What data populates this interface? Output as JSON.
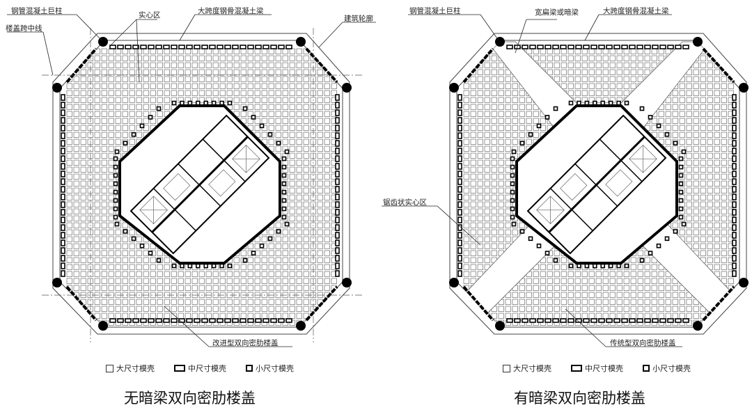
{
  "left_panel": {
    "labels": {
      "column": "钢管混凝土巨柱",
      "solid_zone": "实心区",
      "beam": "大跨度钢骨混凝土梁",
      "outline": "建筑轮廓",
      "span_line": "楼盖跨中线",
      "slab_type": "改进型双向密肋楼盖"
    },
    "caption": "无暗梁双向密肋楼盖"
  },
  "right_panel": {
    "labels": {
      "column": "钢管混凝土巨柱",
      "hidden_beam": "宽扁梁或暗梁",
      "beam": "大跨度钢骨混凝土梁",
      "serrated_zone": "锯齿状实心区",
      "slab_type": "传统型双向密肋楼盖"
    },
    "caption": "有暗梁双向密肋楼盖"
  },
  "legend": {
    "large": "大尺寸模壳",
    "medium": "中尺寸模壳",
    "small": "小尺寸模壳"
  },
  "colors": {
    "ink": "#000000",
    "line": "#333333",
    "paper": "#ffffff"
  }
}
